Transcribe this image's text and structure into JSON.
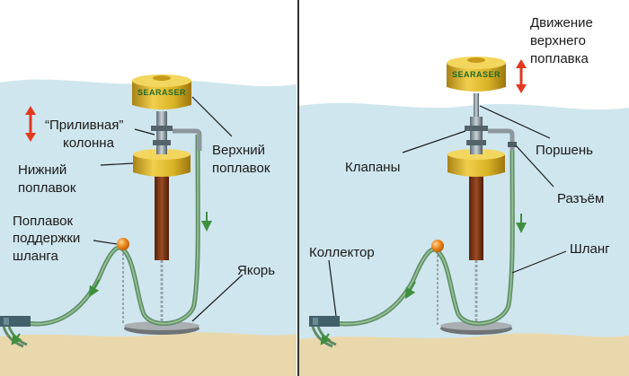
{
  "brand": "SEARASER",
  "left_panel": {
    "tidal_column": [
      "“Приливная”",
      "колонна"
    ],
    "lower_float": [
      "Нижний",
      "поплавок"
    ],
    "upper_float": [
      "Верхний",
      "поплавок"
    ],
    "hose_support_float": [
      "Поплавок",
      "поддержки",
      "шланга"
    ],
    "anchor": [
      "Якорь"
    ]
  },
  "right_panel": {
    "upper_float_motion": [
      "Движение",
      "верхнего",
      "поплавка"
    ],
    "piston": [
      "Поршень"
    ],
    "valves": [
      "Клапаны"
    ],
    "connector": [
      "Разъём"
    ],
    "collector": [
      "Коллектор"
    ],
    "hose": [
      "Шланг"
    ]
  },
  "colors": {
    "water": "#cfe6ee",
    "sky": "#ffffff",
    "sand": "#ead8ad",
    "float": "#d9b326",
    "hose": "#6f9a72",
    "rod": "#7a3516",
    "arrow_red": "#e2391f",
    "arrow_green": "#3f8f3f",
    "divider": "#333333"
  }
}
